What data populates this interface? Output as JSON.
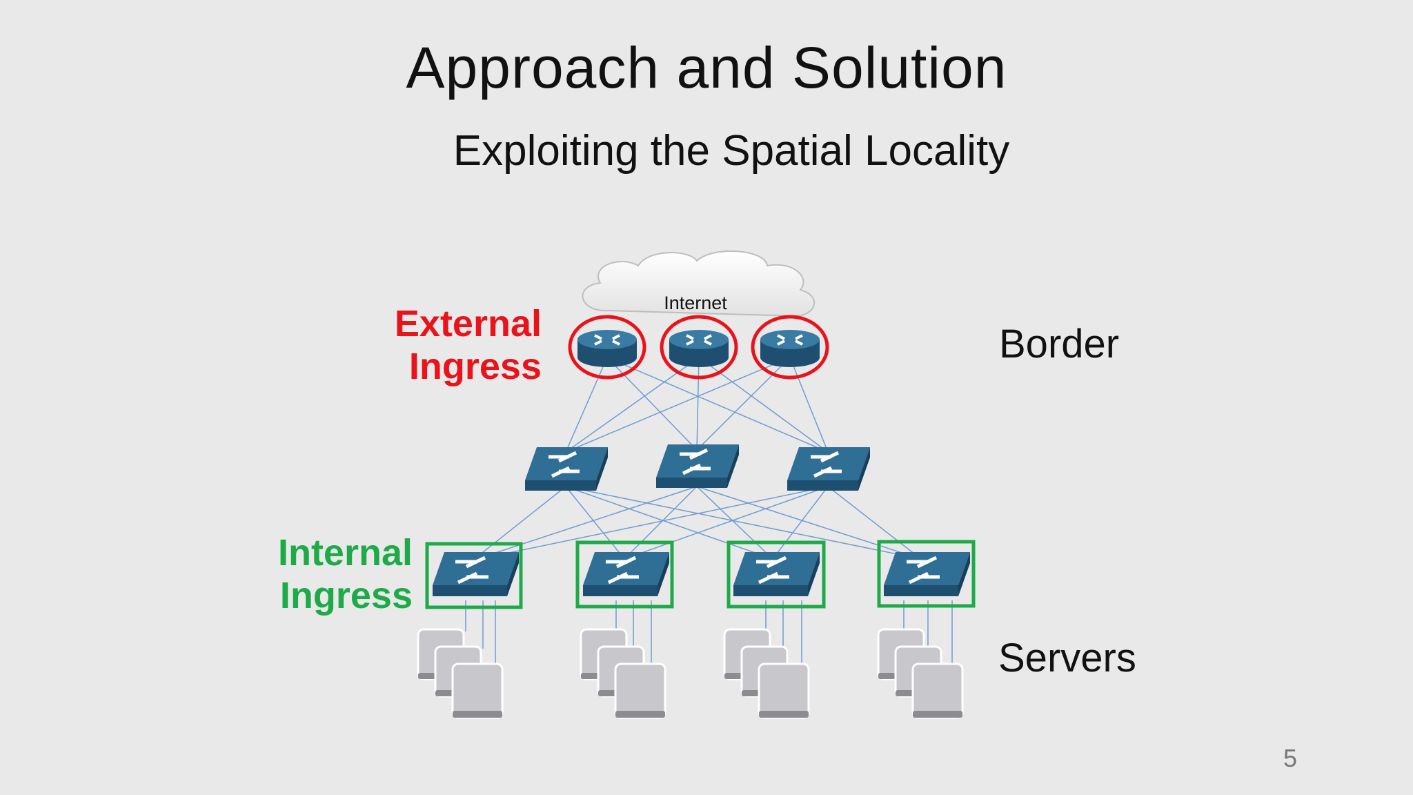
{
  "title": "Approach and Solution",
  "subtitle": "Exploiting the Spatial Locality",
  "labels": {
    "external_line1": "External",
    "external_line2": "Ingress",
    "internal_line1": "Internal",
    "internal_line2": "Ingress",
    "border": "Border",
    "servers": "Servers",
    "internet": "Internet"
  },
  "page_number": "5",
  "colors": {
    "external_highlight": "#e8131b",
    "internal_highlight": "#1faa4a",
    "device_blue": "#2f6f95",
    "link_blue": "#6f9bd1",
    "server_gray": "#c8c8cc"
  },
  "icons": [
    "cloud-icon",
    "router-icon",
    "switch-icon",
    "server-icon"
  ]
}
